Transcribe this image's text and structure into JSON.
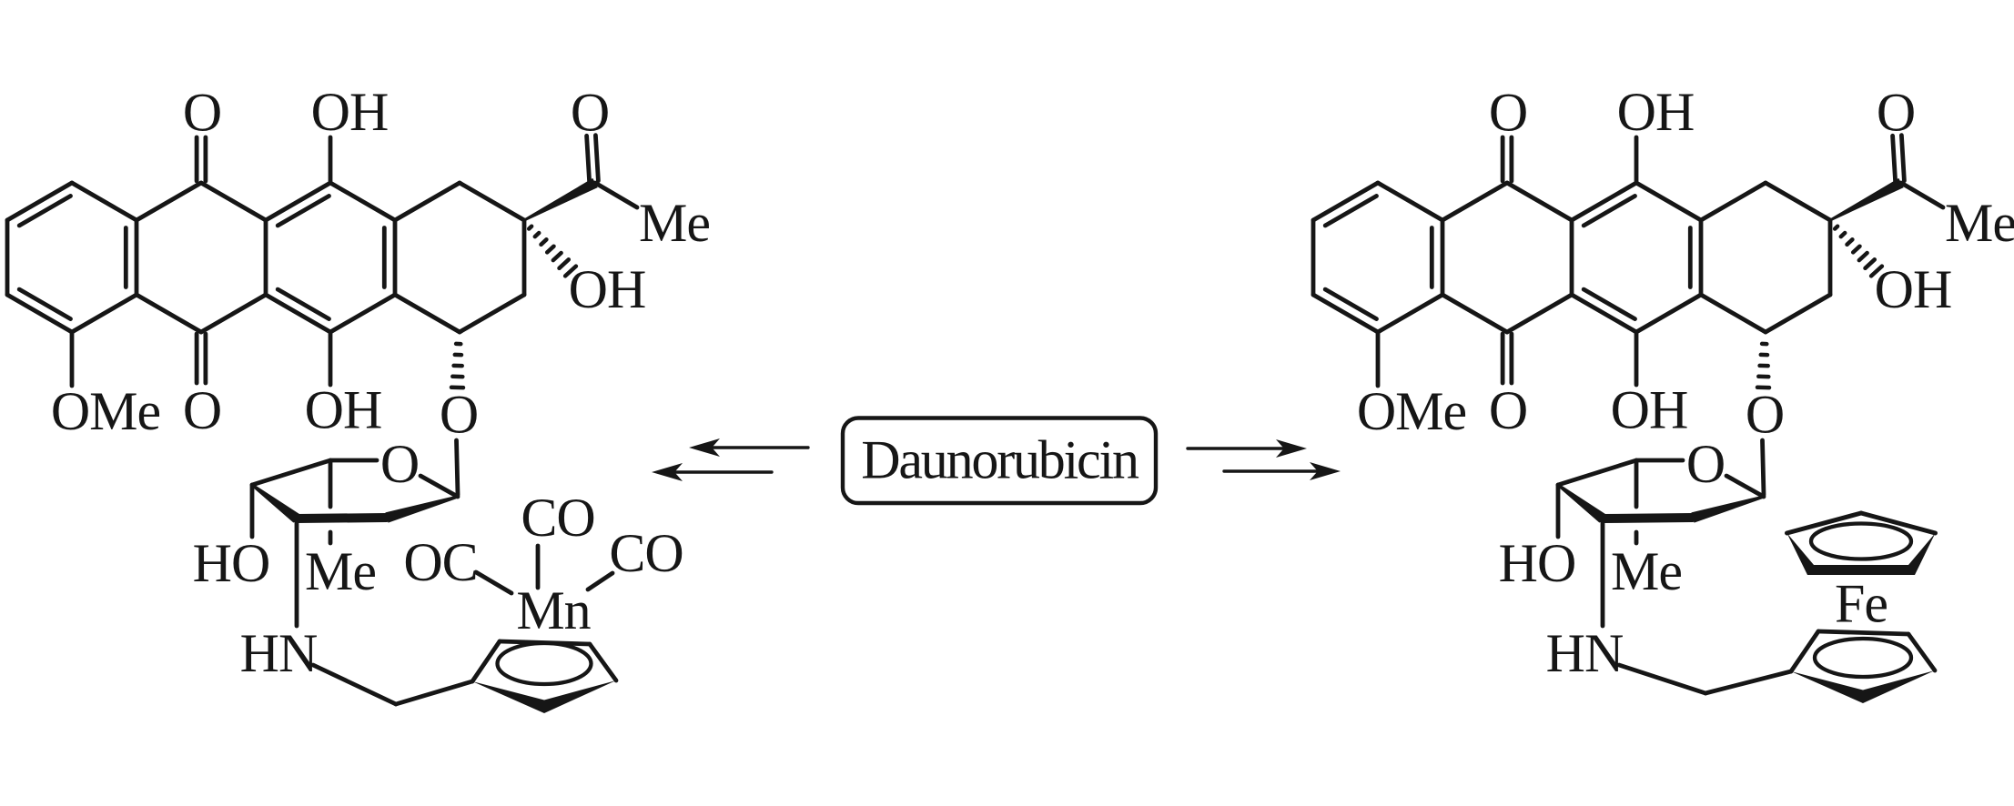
{
  "colors": {
    "ink": "#161616",
    "background": "#ffffff"
  },
  "scheme": {
    "center_box": {
      "label": "Daunorubicin"
    },
    "left_structure": {
      "labels": {
        "quinone_top_oxygen": "O",
        "phenol_top_hydroxyl": "OH",
        "acetyl_oxygen": "O",
        "acetyl_methyl": "Me",
        "tertiary_hydroxyl": "OH",
        "methoxy": "OMe",
        "quinone_bottom_oxygen": "O",
        "phenol_bottom_hydroxyl": "OH",
        "glycosidic_oxygen": "O",
        "sugar_ring_oxygen": "O",
        "sugar_hydroxyl": "HO",
        "sugar_methyl": "Me",
        "sugar_amine": "HN",
        "carbonyl_left": "OC",
        "carbonyl_top": "CO",
        "carbonyl_right": "CO",
        "metal": "Mn"
      }
    },
    "right_structure": {
      "labels": {
        "quinone_top_oxygen": "O",
        "phenol_top_hydroxyl": "OH",
        "acetyl_oxygen": "O",
        "acetyl_methyl": "Me",
        "tertiary_hydroxyl": "OH",
        "methoxy": "OMe",
        "quinone_bottom_oxygen": "O",
        "phenol_bottom_hydroxyl": "OH",
        "glycosidic_oxygen": "O",
        "sugar_ring_oxygen": "O",
        "sugar_hydroxyl": "HO",
        "sugar_methyl": "Me",
        "sugar_amine": "HN",
        "metal": "Fe"
      }
    }
  }
}
